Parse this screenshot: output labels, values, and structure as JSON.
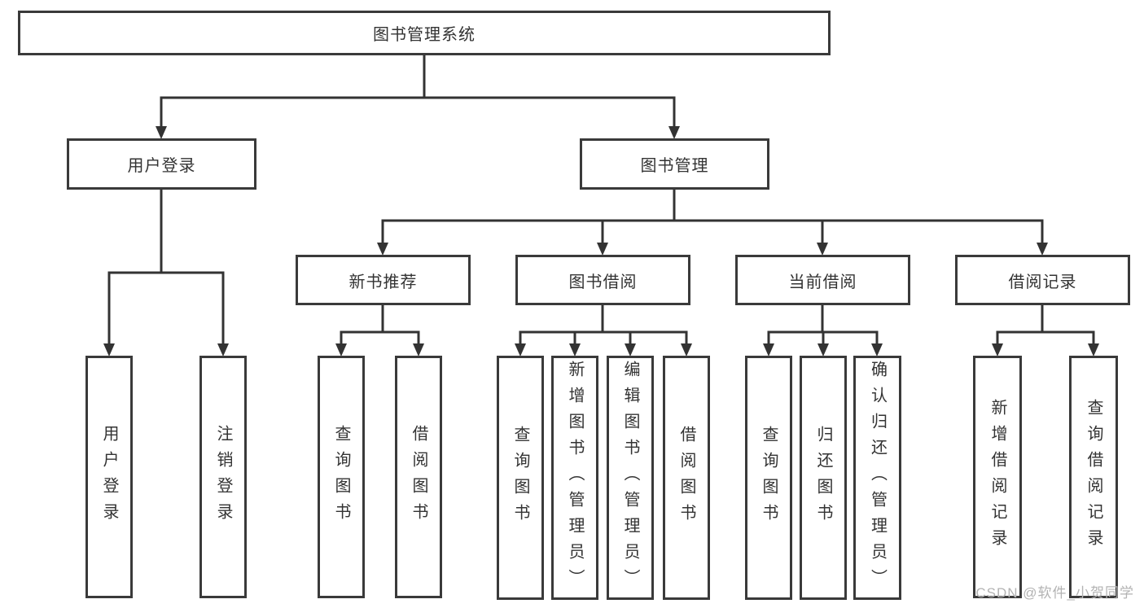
{
  "tree": {
    "label": "图书管理系统",
    "children": [
      {
        "label": "用户登录",
        "children": [
          {
            "label": "用户登录"
          },
          {
            "label": "注销登录"
          }
        ]
      },
      {
        "label": "图书管理",
        "children": [
          {
            "label": "新书推荐",
            "children": [
              {
                "label": "查询图书"
              },
              {
                "label": "借阅图书"
              }
            ]
          },
          {
            "label": "图书借阅",
            "children": [
              {
                "label": "查询图书"
              },
              {
                "label": "新增图书（管理员）"
              },
              {
                "label": "编辑图书（管理员）"
              },
              {
                "label": "借阅图书"
              }
            ]
          },
          {
            "label": "当前借阅",
            "children": [
              {
                "label": "查询图书"
              },
              {
                "label": "归还图书"
              },
              {
                "label": "确认归还（管理员）"
              }
            ]
          },
          {
            "label": "借阅记录",
            "children": [
              {
                "label": "新增借阅记录"
              },
              {
                "label": "查询借阅记录"
              }
            ]
          }
        ]
      }
    ]
  },
  "watermark": "CSDN @软件_小贺同学",
  "colors": {
    "line": "#333333",
    "text": "#333333",
    "watermark": "#b3b3b3",
    "background": "#ffffff"
  }
}
